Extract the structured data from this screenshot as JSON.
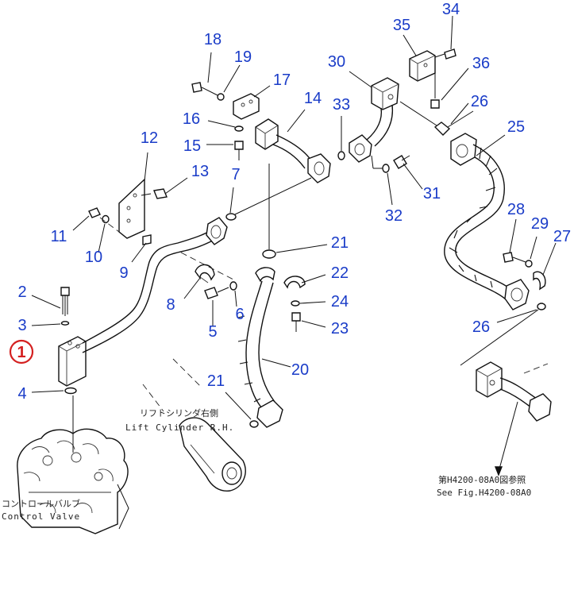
{
  "diagram": {
    "callouts": [
      "1",
      "2",
      "3",
      "4",
      "5",
      "6",
      "7",
      "8",
      "9",
      "10",
      "11",
      "12",
      "13",
      "14",
      "15",
      "16",
      "17",
      "18",
      "19",
      "20",
      "21",
      "21",
      "22",
      "23",
      "24",
      "25",
      "26",
      "26",
      "27",
      "28",
      "29",
      "30",
      "31",
      "32",
      "33",
      "34",
      "35",
      "36"
    ],
    "notes": {
      "lift_cylinder_jp": "リフトシリンダ右側",
      "lift_cylinder_en": "Lift Cylinder R.H.",
      "control_valve_jp": "コントロールバルブ",
      "control_valve_en": "Control Valve",
      "see_fig_jp": "第H4200-08A0図参照",
      "see_fig_en": "See Fig.H4200-08A0"
    },
    "highlight_color": "#d42020",
    "callout_color": "#1a3cc8"
  }
}
